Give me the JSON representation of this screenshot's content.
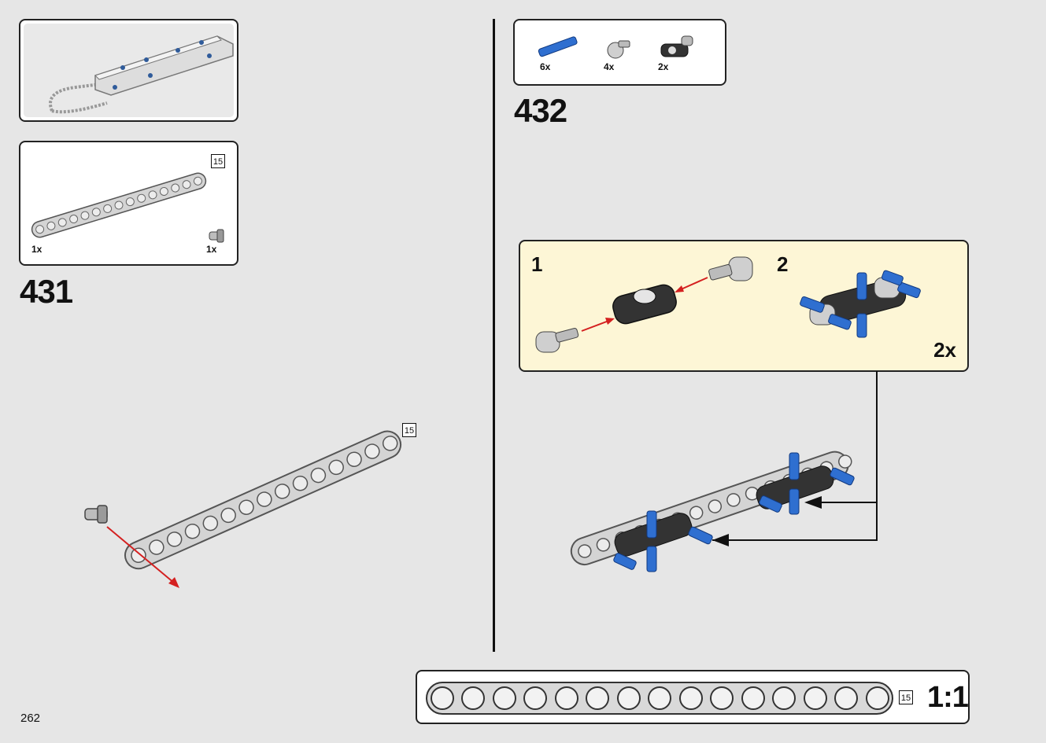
{
  "page_number": "262",
  "steps": {
    "s431": {
      "number": "431",
      "parts": [
        {
          "qty": "1x"
        },
        {
          "qty": "1x"
        }
      ],
      "beam_length": "15"
    },
    "s432": {
      "number": "432",
      "parts": [
        {
          "qty": "6x"
        },
        {
          "qty": "4x"
        },
        {
          "qty": "2x"
        }
      ],
      "sub": {
        "step1": "1",
        "step2": "2",
        "multiplier": "2x"
      }
    }
  },
  "main_beam_length": "15",
  "scale": {
    "length": "15",
    "label": "1:1"
  },
  "colors": {
    "background": "#e6e6e6",
    "callout": "#fdf6d6",
    "pin_blue": "#2f6fd0",
    "arrow_red": "#d42020",
    "beam_gray": "#cfcfcf"
  }
}
